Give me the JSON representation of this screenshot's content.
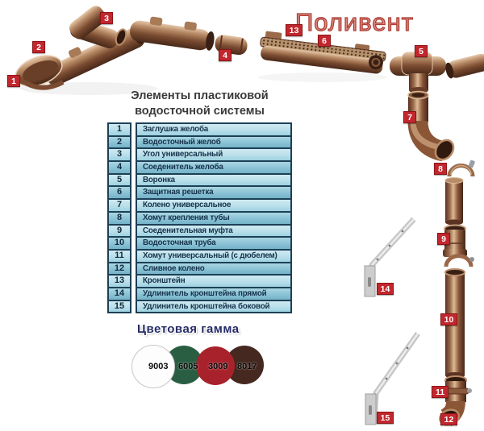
{
  "brand": {
    "title": "Поливент"
  },
  "table": {
    "title_line1": "Элементы пластиковой",
    "title_line2": "водосточной системы",
    "rows": [
      {
        "num": "1",
        "name": "Заглушка желоба"
      },
      {
        "num": "2",
        "name": "Водосточный желоб"
      },
      {
        "num": "3",
        "name": "Угол универсальный"
      },
      {
        "num": "4",
        "name": "Соеденитель желоба"
      },
      {
        "num": "5",
        "name": "Воронка"
      },
      {
        "num": "6",
        "name": "Защитная решетка"
      },
      {
        "num": "7",
        "name": "Колено универсальное"
      },
      {
        "num": "8",
        "name": "Хомут крепления тубы"
      },
      {
        "num": "9",
        "name": "Соеденительная муфта"
      },
      {
        "num": "10",
        "name": "Водосточная труба"
      },
      {
        "num": "11",
        "name": "Хомут универсальный (с дюбелем)"
      },
      {
        "num": "12",
        "name": "Сливное колено"
      },
      {
        "num": "13",
        "name": "Кронштейн"
      },
      {
        "num": "14",
        "name": "Удлинитель кронштейна прямой"
      },
      {
        "num": "15",
        "name": "Удлинитель кронштейна боковой"
      }
    ]
  },
  "colors_section": {
    "title": "Цветовая гамма",
    "swatches": [
      {
        "code": "9003",
        "hex": "#fdfdfd"
      },
      {
        "code": "6005",
        "hex": "#2a5e43"
      },
      {
        "code": "3009",
        "hex": "#a8222c"
      },
      {
        "code": "8017",
        "hex": "#45281f"
      }
    ]
  },
  "markers": [
    "1",
    "2",
    "3",
    "4",
    "5",
    "6",
    "7",
    "8",
    "9",
    "10",
    "11",
    "12",
    "13",
    "14",
    "15"
  ],
  "theme": {
    "markerBg": "#c1272d",
    "tableBorder": "#1d4057",
    "rowLight": "#b9dfea",
    "rowDark": "#8ac2d6",
    "tableText": "#16324a",
    "titleText": "#3a3a3a",
    "brandRed": "#ad3d34",
    "gammaTitle": "#272c66",
    "productBrown": "#8a5a3c"
  }
}
